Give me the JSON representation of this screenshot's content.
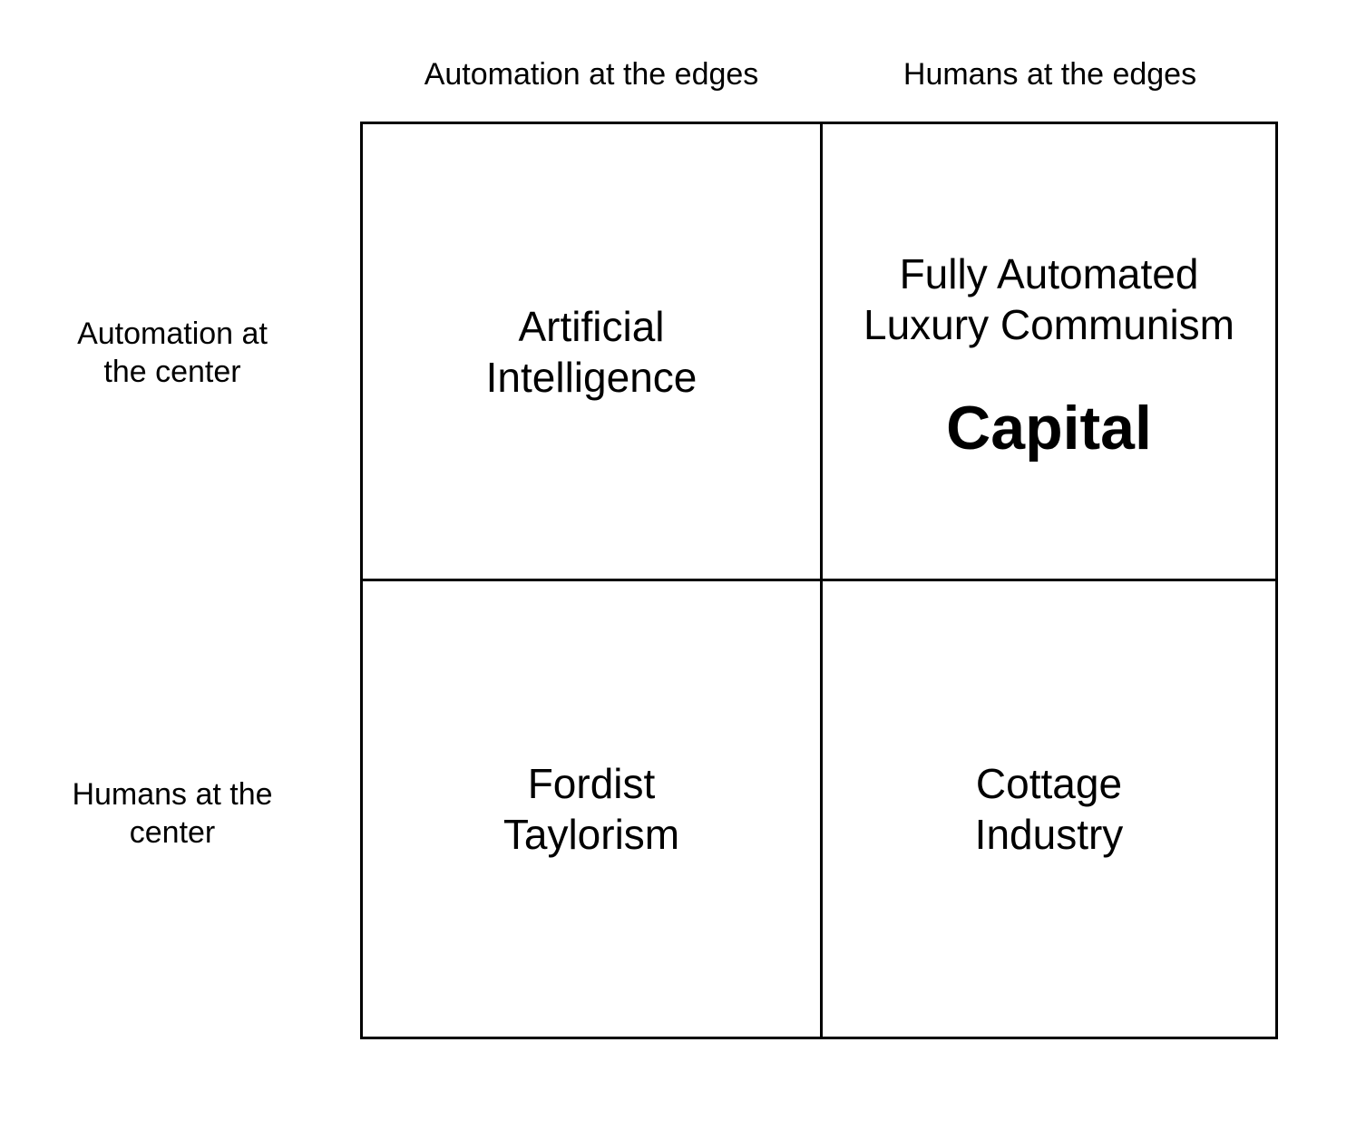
{
  "columns": {
    "left": "Automation at the edges",
    "right": "Humans at the edges"
  },
  "rows": {
    "top": "Automation at\nthe center",
    "bottom": "Humans at the\ncenter"
  },
  "cells": {
    "top_left": "Artificial\nIntelligence",
    "top_right": "Fully Automated\nLuxury Communism",
    "top_right_emphasis": "Capital",
    "bottom_left": "Fordist\nTaylorism",
    "bottom_right": "Cottage\nIndustry"
  }
}
